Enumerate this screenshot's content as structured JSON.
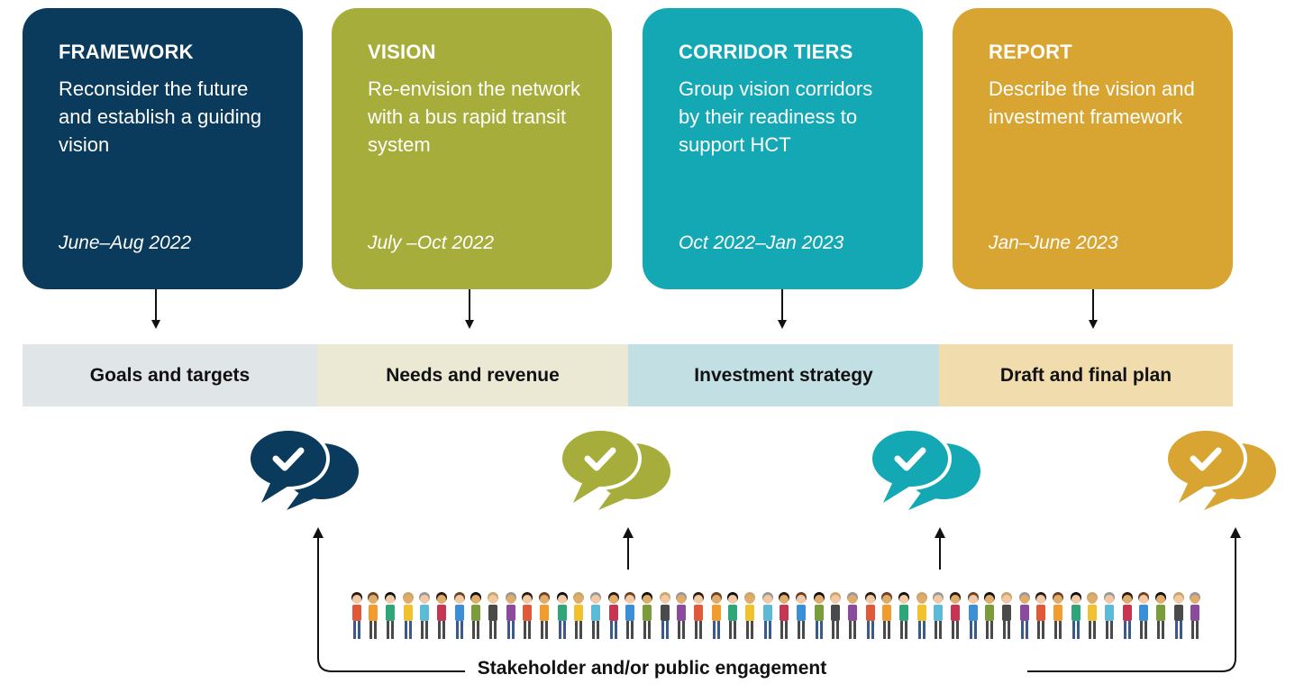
{
  "phases": [
    {
      "title": "FRAMEWORK",
      "description": "Reconsider the future and establish a guiding vision",
      "dates": "June–Aug 2022",
      "color": "#0a3a5c"
    },
    {
      "title": "VISION",
      "description": "Re-envision the network with a bus rapid transit system",
      "dates": "July –Oct 2022",
      "color": "#a6ad3b"
    },
    {
      "title": "CORRIDOR TIERS",
      "description": "Group vision corridors by their readiness to support HCT",
      "dates": "Oct 2022–Jan 2023",
      "color": "#14a8b5"
    },
    {
      "title": "REPORT",
      "description": "Describe the vision and investment framework",
      "dates": "Jan–June 2023",
      "color": "#d9a532"
    }
  ],
  "stages": [
    {
      "label": "Goals and targets",
      "color": "#e0e5e8"
    },
    {
      "label": "Needs and revenue",
      "color": "#ebe8d3"
    },
    {
      "label": "Investment strategy",
      "color": "#c2dfe3"
    },
    {
      "label": "Draft and final plan",
      "color": "#f0dcac"
    }
  ],
  "icons": {
    "engagement": "speech-bubbles-check-icon",
    "people": "crowd-of-people-icon"
  },
  "engagement_label": "Stakeholder and/or public engagement"
}
